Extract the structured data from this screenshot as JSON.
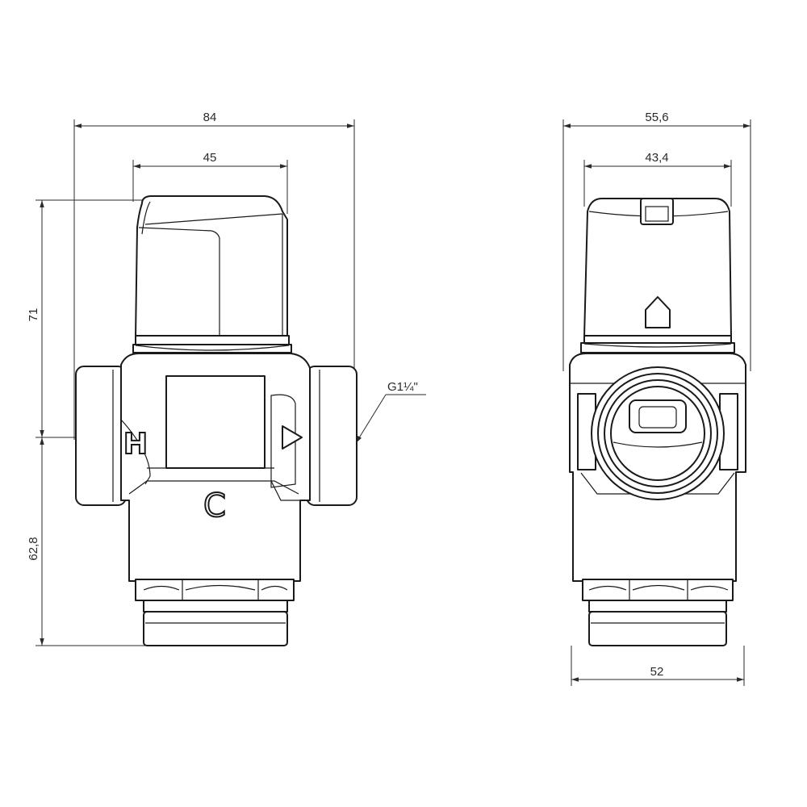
{
  "front_view": {
    "dim_overall_width": "84",
    "dim_knob_width": "45",
    "dim_upper_height": "71",
    "dim_lower_height": "62,8",
    "thread_label": "G1¼\"",
    "marks": {
      "hot": "H",
      "cold": "C"
    }
  },
  "side_view": {
    "dim_overall_width": "55,6",
    "dim_knob_width": "43,4",
    "dim_base_width": "52"
  }
}
